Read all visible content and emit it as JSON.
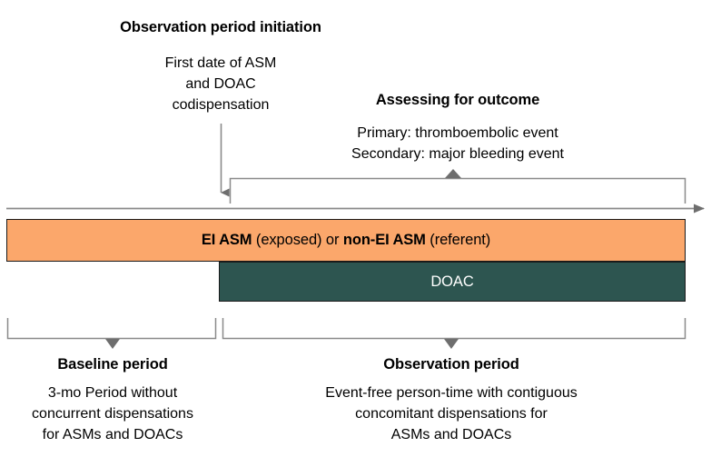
{
  "figure": {
    "type": "study-design-timeline-diagram",
    "colors": {
      "exposure_bar": "#FBA76B",
      "doac_bar": "#2D5550",
      "line_gray": "#8A8A8A",
      "bar_border": "#1A1A1A",
      "text": "#000000",
      "background": "#FFFFFF"
    }
  },
  "initiation": {
    "title": "Observation period initiation",
    "detail_line1": "First date of ASM",
    "detail_line2": "and DOAC",
    "detail_line3": "codispensation"
  },
  "outcome": {
    "title": "Assessing for outcome",
    "detail_line1": "Primary: thromboembolic event",
    "detail_line2": "Secondary: major bleeding event"
  },
  "bars": {
    "exposure": {
      "bold_1": "EI ASM",
      "plain_1": " (exposed) or ",
      "bold_2": "non-EI ASM",
      "plain_2": " (referent)"
    },
    "doac": {
      "label": "DOAC"
    }
  },
  "baseline": {
    "title": "Baseline period",
    "detail_line1": "3-mo Period without",
    "detail_line2": "concurrent dispensations",
    "detail_line3": "for ASMs and DOACs"
  },
  "observation": {
    "title": "Observation period",
    "detail_line1": "Event-free person-time with contiguous",
    "detail_line2": "concomitant dispensations for",
    "detail_line3": "ASMs and DOACs"
  }
}
